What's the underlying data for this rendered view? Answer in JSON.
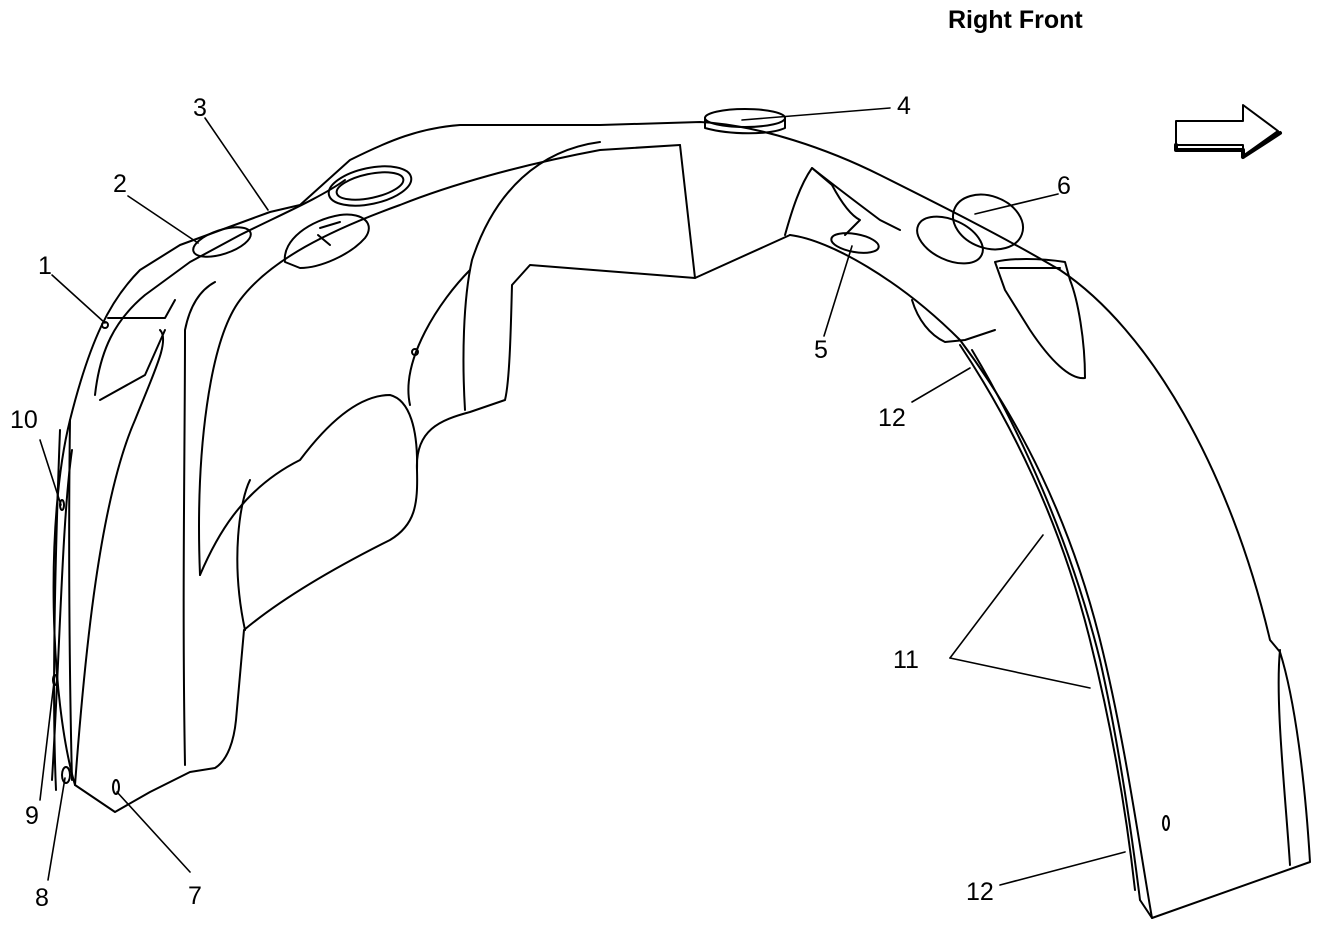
{
  "title": "Right Front",
  "callouts": {
    "c1": "1",
    "c2": "2",
    "c3": "3",
    "c4": "4",
    "c5": "5",
    "c6": "6",
    "c7": "7",
    "c8": "8",
    "c9": "9",
    "c10": "10",
    "c11": "11",
    "c12a": "12",
    "c12b": "12"
  },
  "icons": {
    "direction": "arrow-right-icon"
  }
}
